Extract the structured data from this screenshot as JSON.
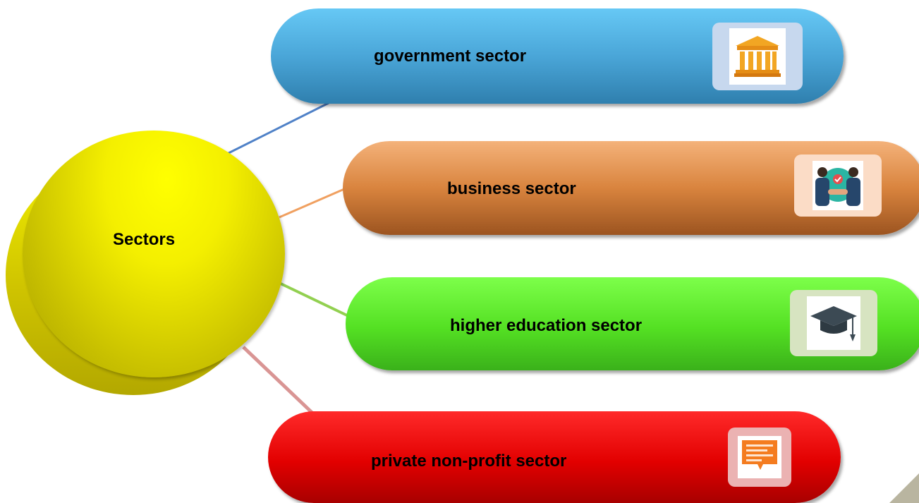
{
  "hub": {
    "label": "Sectors"
  },
  "sectors": [
    {
      "label": "government sector",
      "icon": "government-building-icon"
    },
    {
      "label": "business sector",
      "icon": "business-handshake-icon"
    },
    {
      "label": "higher education sector",
      "icon": "graduation-cap-icon"
    },
    {
      "label": "private non-profit sector",
      "icon": "chat-message-icon"
    }
  ],
  "colors": {
    "hub": "#f4ef00",
    "government": "#4aa6d8",
    "business": "#d9843e",
    "education": "#54e023",
    "nonprofit": "#e20000",
    "line_gov": "#4f81c7",
    "line_biz": "#f0a060",
    "line_edu": "#92d050",
    "line_npo": "#d99594"
  }
}
